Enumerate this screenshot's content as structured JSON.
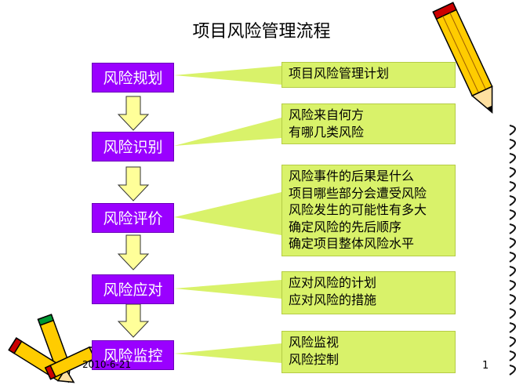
{
  "slide_title": "项目风险管理流程",
  "steps": [
    {
      "label": "风险规划",
      "notes": [
        "项目风险管理计划"
      ]
    },
    {
      "label": "风险识别",
      "notes": [
        "风险来自何方",
        "有哪几类风险"
      ]
    },
    {
      "label": "风险评价",
      "notes": [
        "风险事件的后果是什么",
        "项目哪些部分会遭受风险",
        "风险发生的可能性有多大",
        "确定风险的先后顺序",
        "确定项目整体风险水平"
      ]
    },
    {
      "label": "风险应对",
      "notes": [
        "应对风险的计划",
        "应对风险的措施"
      ]
    },
    {
      "label": "风险监控",
      "notes": [
        "风险监视",
        "风险控制"
      ]
    }
  ],
  "footer": {
    "date": "2010-6-21",
    "page_number": "1"
  },
  "colors": {
    "step_fill": "#9a00ff",
    "note_fill": "#d9f26a",
    "arrow_fill": "#ffff99"
  },
  "icons": [
    "pencil-icon",
    "crayon-icon",
    "notebook-spiral-icon"
  ]
}
